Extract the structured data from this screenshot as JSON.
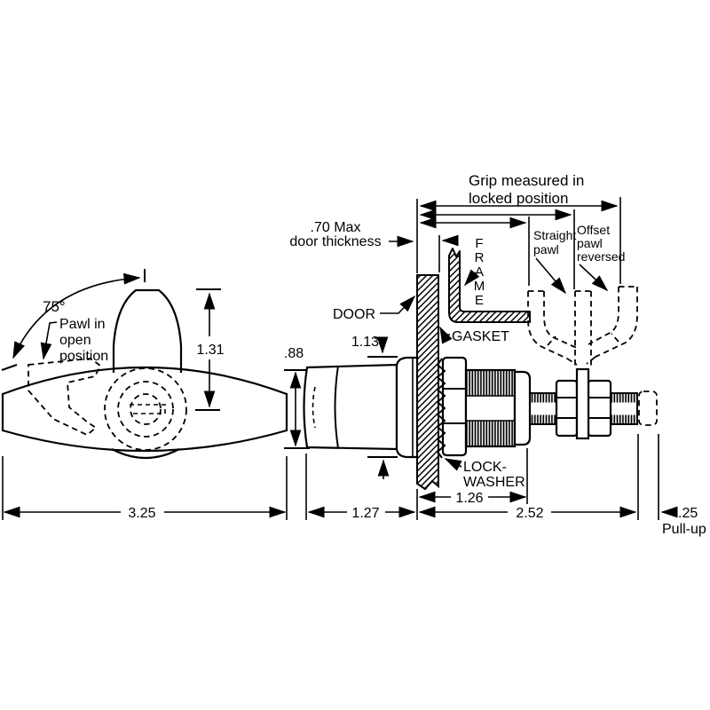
{
  "colors": {
    "line": "#000000",
    "background": "#ffffff"
  },
  "front_view": {
    "angle": "75°",
    "pawl_note": {
      "line1": "Pawl in",
      "line2": "open",
      "line3": "position"
    },
    "dim_handle_height": "1.31",
    "dim_handle_width": "3.25"
  },
  "side_view": {
    "grip_note": {
      "line1": "Grip measured in",
      "line2": "locked position"
    },
    "door_thickness": {
      "line1": ".70 Max",
      "line2": "door thickness"
    },
    "door": "DOOR",
    "frame": {
      "l1": "F",
      "l2": "R",
      "l3": "A",
      "l4": "M",
      "l5": "E"
    },
    "gasket": "GASKET",
    "straight_pawl": {
      "line1": "Straight",
      "line2": "pawl"
    },
    "offset_pawl": {
      "line1": "Offset",
      "line2": "pawl",
      "line3": "reversed"
    },
    "lock_washer": {
      "line1": "LOCK-",
      "line2": "WASHER"
    },
    "dim_shaft_diameter": ".88",
    "dim_bezel": "1.13",
    "dim_handle_depth": "1.27",
    "dim_thread_length": "1.26",
    "dim_grip_length": "2.52",
    "dim_pullup": ".25",
    "pullup_label": "Pull-up"
  }
}
